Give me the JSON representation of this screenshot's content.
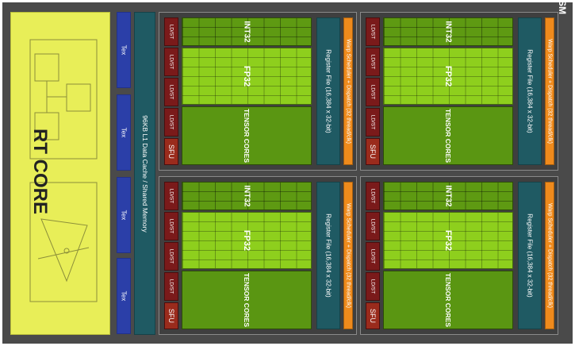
{
  "sm_label": "SM",
  "rt_core": {
    "label": "RT CORE"
  },
  "tex_units": [
    {
      "label": "Tex"
    },
    {
      "label": "Tex"
    },
    {
      "label": "Tex"
    },
    {
      "label": "Tex"
    }
  ],
  "l1_cache": {
    "label": "96KB L1 Data Cache / Shared Memory"
  },
  "processing_blocks": [
    {
      "ldst": [
        "LD/ST",
        "LD/ST",
        "LD/ST",
        "LD/ST"
      ],
      "sfu": "SFU",
      "int32": "INT32",
      "fp32": "FP32",
      "tensor": "TENSOR CORES",
      "register_file": "Register File (16,384 x 32-bit)",
      "warp_scheduler": "Warp Scheduler + Dispatch (32 thread/clk)"
    },
    {
      "ldst": [
        "LD/ST",
        "LD/ST",
        "LD/ST",
        "LD/ST"
      ],
      "sfu": "SFU",
      "int32": "INT32",
      "fp32": "FP32",
      "tensor": "TENSOR CORES",
      "register_file": "Register File (16,384 x 32-bit)",
      "warp_scheduler": "Warp Scheduler + Dispatch (32 thread/clk)"
    },
    {
      "ldst": [
        "LD/ST",
        "LD/ST",
        "LD/ST",
        "LD/ST"
      ],
      "sfu": "SFU",
      "int32": "INT32",
      "fp32": "FP32",
      "tensor": "TENSOR CORES",
      "register_file": "Register File (16,384 x 32-bit)",
      "warp_scheduler": "Warp Scheduler + Dispatch (32 thread/clk)"
    },
    {
      "ldst": [
        "LD/ST",
        "LD/ST",
        "LD/ST",
        "LD/ST"
      ],
      "sfu": "SFU",
      "int32": "INT32",
      "fp32": "FP32",
      "tensor": "TENSOR CORES",
      "register_file": "Register File (16,384 x 32-bit)",
      "warp_scheduler": "Warp Scheduler + Dispatch (32 thread/clk)"
    }
  ]
}
